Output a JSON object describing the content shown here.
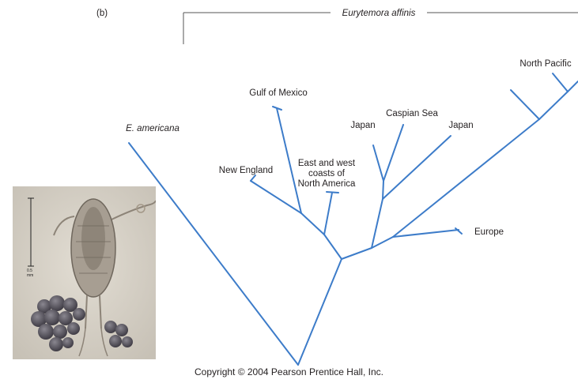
{
  "panel_label": "(b)",
  "species_bracket_label": "Eurytemora affinis",
  "outgroup_label": "E. americana",
  "tip_labels": {
    "north_pacific": "North Pacific",
    "gulf_of_mexico": "Gulf of Mexico",
    "caspian_sea": "Caspian Sea",
    "japan_1": "Japan",
    "japan_2": "Japan",
    "new_england": "New England",
    "east_west_coasts_line1": "East and west",
    "east_west_coasts_line2": "coasts of",
    "east_west_coasts_line3": "North America",
    "europe": "Europe"
  },
  "scale_bar": {
    "line1": "0.5",
    "line2": "mm"
  },
  "copyright": "Copyright © 2004 Pearson Prentice Hall, Inc.",
  "colors": {
    "branch": "#3d7cc9",
    "bracket": "#555555",
    "text": "#231f20"
  }
}
